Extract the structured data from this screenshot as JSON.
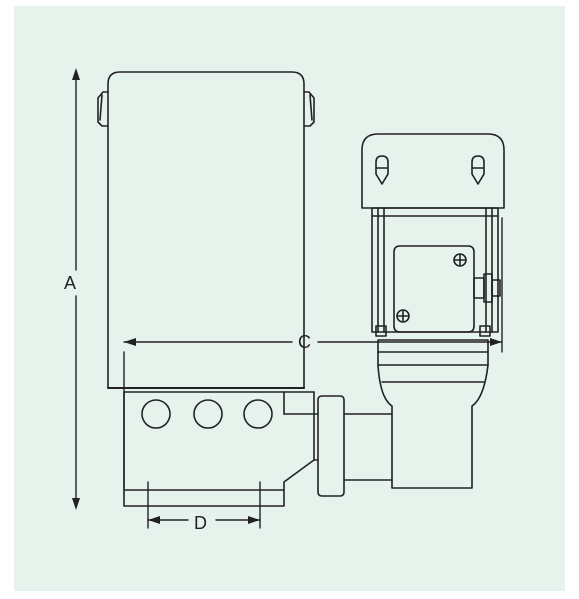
{
  "colors": {
    "background": "#e6f2ec",
    "frame": "#ffffff",
    "line": "#222222"
  },
  "labels": {
    "a": "A",
    "c": "C",
    "d": "D"
  }
}
